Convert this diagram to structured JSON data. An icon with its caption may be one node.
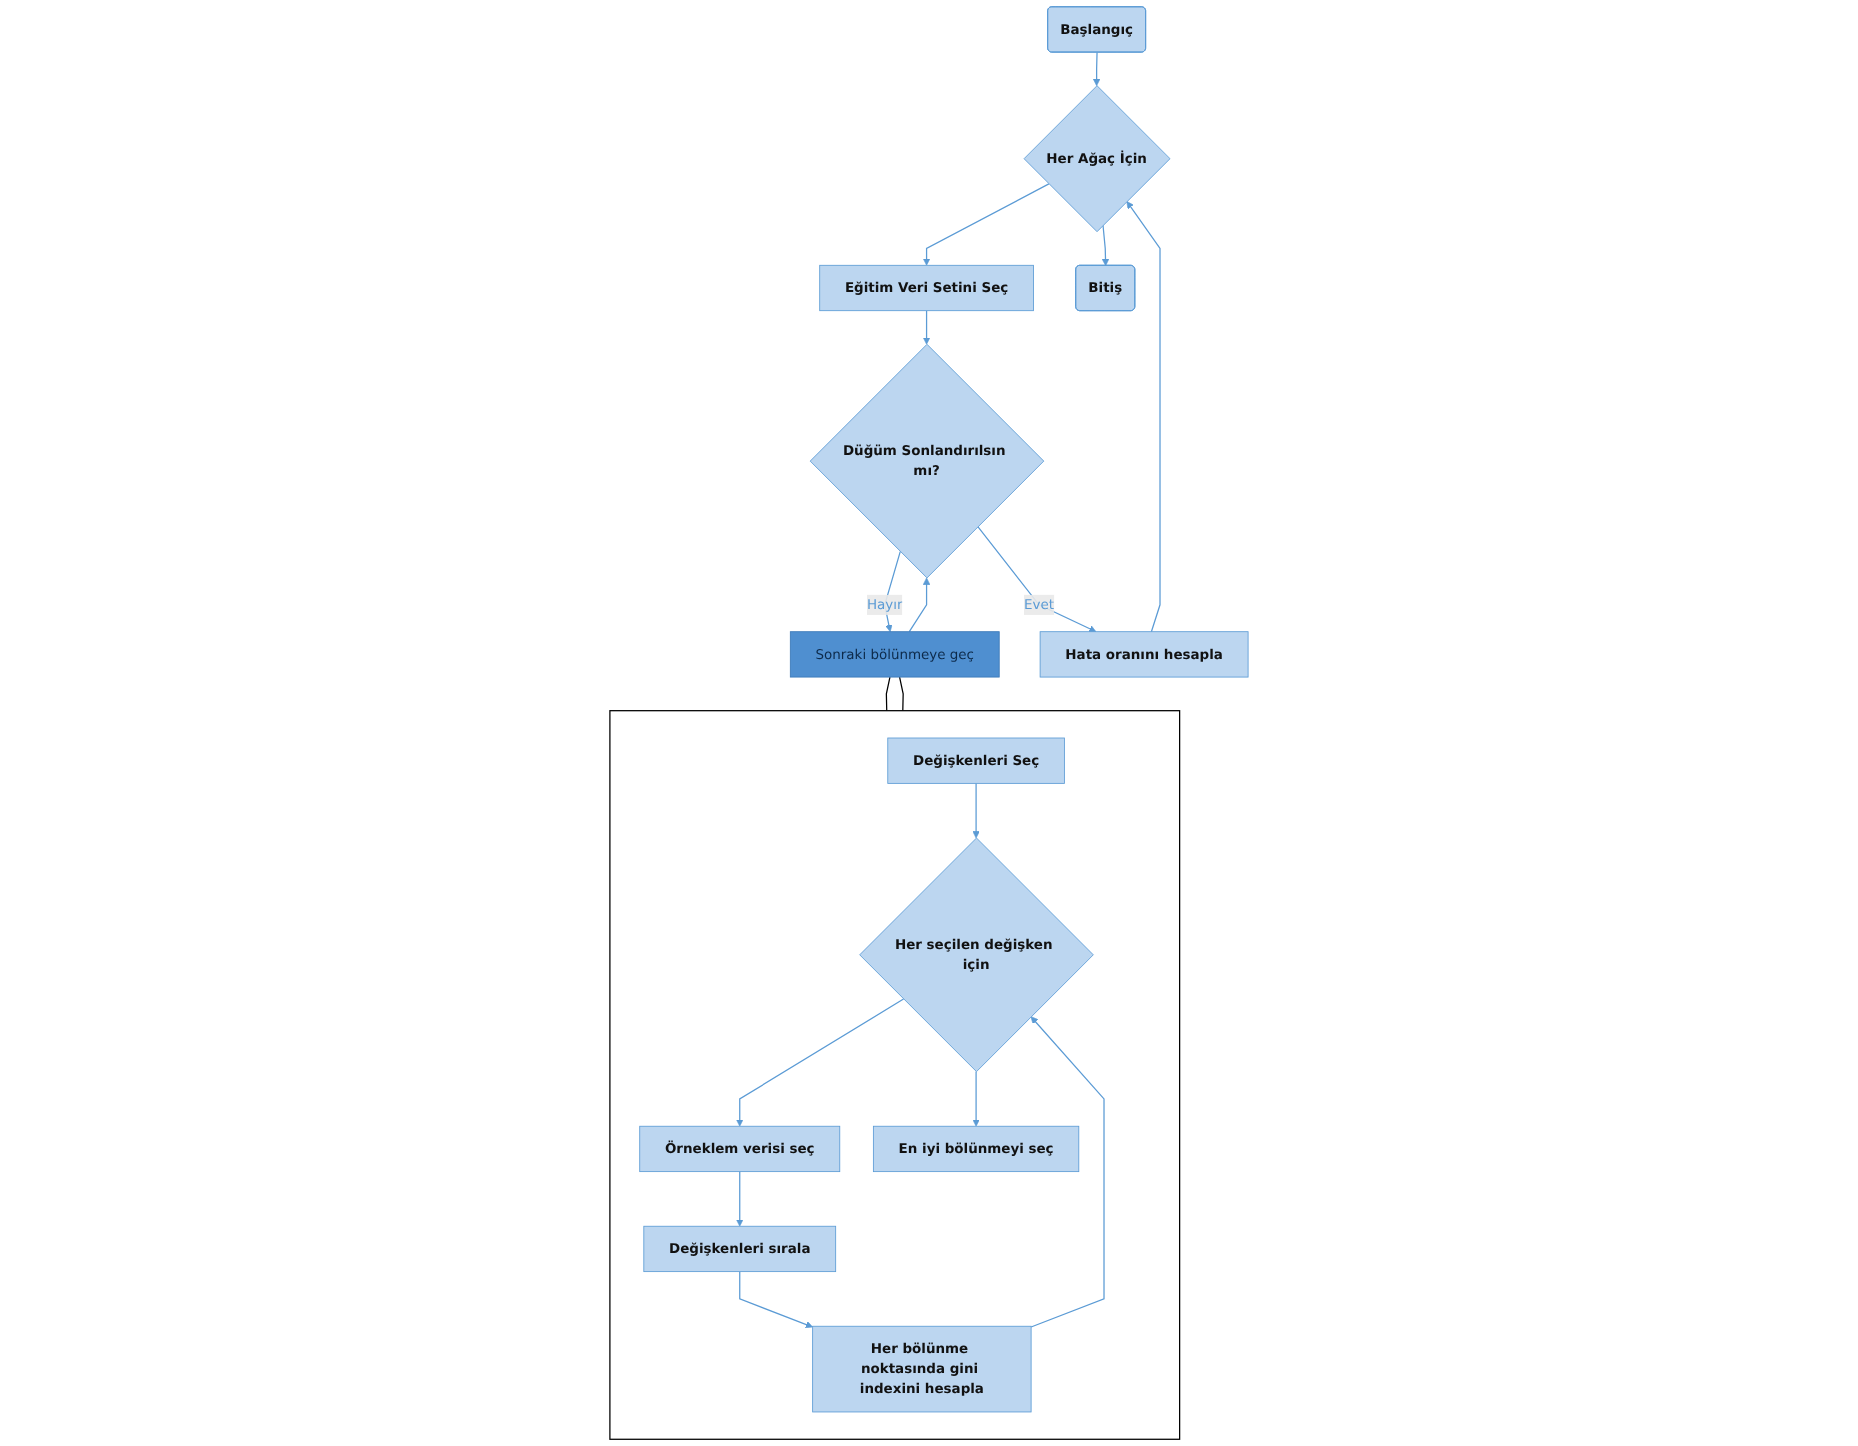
{
  "diagram": {
    "nodes": [
      {
        "text": [
          "Başlangıç"
        ]
      },
      {
        "text": [
          "Her Ağaç İçin"
        ]
      },
      {
        "text": [
          "Eğitim Veri Setini Seç"
        ]
      },
      {
        "text": [
          "Düğüm Sonlandırılsın mı?"
        ]
      },
      {
        "text": [
          "Sonraki bölünmeye geç"
        ]
      },
      {
        "text": [
          "Hata oranını hesapla"
        ]
      },
      {
        "text": [
          "Bitiş"
        ]
      },
      {
        "text": [],
        "shape": "box"
      },
      {
        "text": [
          "Değişkenleri Seç"
        ],
        "in": 7
      },
      {
        "text": [
          "Her seçilen değişken için"
        ],
        "in": 7
      },
      {
        "text": [
          "Örneklem verisi seç"
        ],
        "in": 7
      },
      {
        "text": [
          "Değişkenleri sırala"
        ],
        "in": 7
      },
      {
        "text": [
          "Her bölünme noktasında gini indexini hesapla"
        ],
        "in": 7
      },
      {
        "text": [
          "En iyi bölünmeyi seç"
        ],
        "in": 7
      }
    ],
    "edges": [
      {
        "from": 0,
        "to": 1,
        "arrow": "to"
      },
      {
        "from": 1,
        "to": 2,
        "arrow": "to"
      },
      {
        "from": 2,
        "to": 3,
        "arrow": "to"
      },
      {
        "from": 3,
        "to": 4,
        "arrow": "to",
        "label": "Hayır"
      },
      {
        "from": 3,
        "to": 5,
        "arrow": "to",
        "label": "Evet"
      },
      {
        "from": 4,
        "to": 3,
        "arrow": "to"
      },
      {
        "from": 5,
        "to": 1,
        "arrow": "to"
      },
      {
        "from": 1,
        "to": 6,
        "arrow": "to"
      },
      {
        "from": 4,
        "to": 7,
        "arrow": "none",
        "color": "#000000"
      },
      {
        "from": 4,
        "to": 7,
        "arrow": "none",
        "color": "#000000"
      },
      {
        "from": 8,
        "to": 9,
        "arrow": "to"
      },
      {
        "from": 9,
        "to": 10,
        "arrow": "to"
      },
      {
        "from": 10,
        "to": 11,
        "arrow": "to"
      },
      {
        "from": 11,
        "to": 12,
        "arrow": "to"
      },
      {
        "from": 12,
        "to": 9,
        "arrow": "to"
      },
      {
        "from": 9,
        "to": 13,
        "arrow": "to"
      }
    ]
  }
}
